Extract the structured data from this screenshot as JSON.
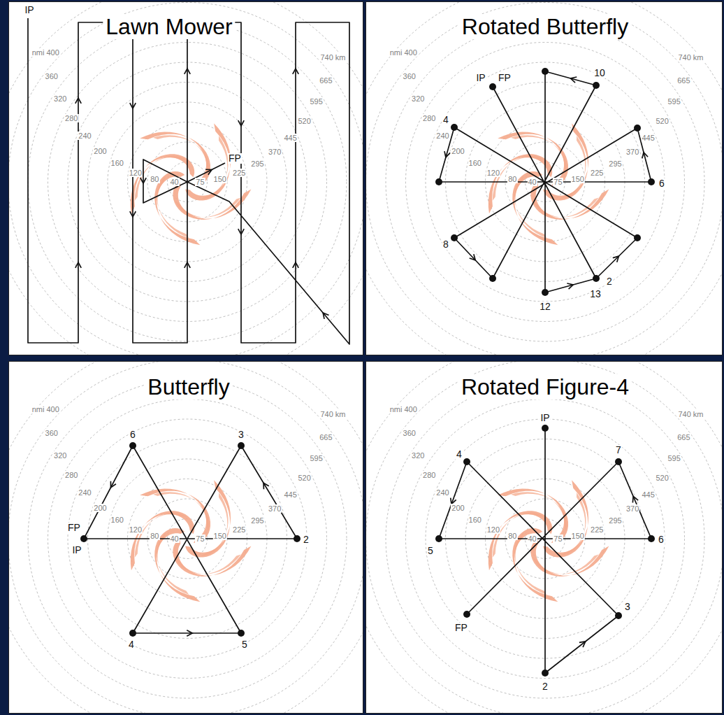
{
  "diagram": {
    "nodes": [
      {
        "text": [
          "Lawn Mower"
        ]
      },
      {
        "text": [
          "Rotated Butterfly"
        ]
      },
      {
        "text": [
          "Butterfly"
        ]
      },
      {
        "text": [
          "Rotated Figure-4"
        ]
      }
    ],
    "labels": [
      "40",
      "80",
      "120",
      "160",
      "200",
      "240",
      "280",
      "320",
      "360",
      "nmi 400",
      "75",
      "150",
      "225",
      "295",
      "370",
      "445",
      "520",
      "595",
      "665",
      "740 km",
      "IP",
      "FP",
      "40",
      "80",
      "120",
      "160",
      "200",
      "240",
      "280",
      "320",
      "360",
      "nmi 400",
      "75",
      "150",
      "225",
      "295",
      "370",
      "445",
      "520",
      "595",
      "665",
      "740 km",
      "IP",
      "FP",
      "10",
      "4",
      "6",
      "8",
      "12",
      "13",
      "2",
      "40",
      "80",
      "120",
      "160",
      "200",
      "240",
      "280",
      "320",
      "360",
      "nmi 400",
      "75",
      "150",
      "225",
      "295",
      "370",
      "445",
      "520",
      "595",
      "665",
      "740 km",
      "6",
      "3",
      "FP",
      "IP",
      "2",
      "4",
      "5",
      "40",
      "80",
      "120",
      "160",
      "200",
      "240",
      "280",
      "320",
      "360",
      "nmi 400",
      "75",
      "150",
      "225",
      "295",
      "370",
      "445",
      "520",
      "595",
      "665",
      "740 km",
      "IP",
      "4",
      "7",
      "5",
      "6",
      "FP",
      "3",
      "2"
    ]
  }
}
